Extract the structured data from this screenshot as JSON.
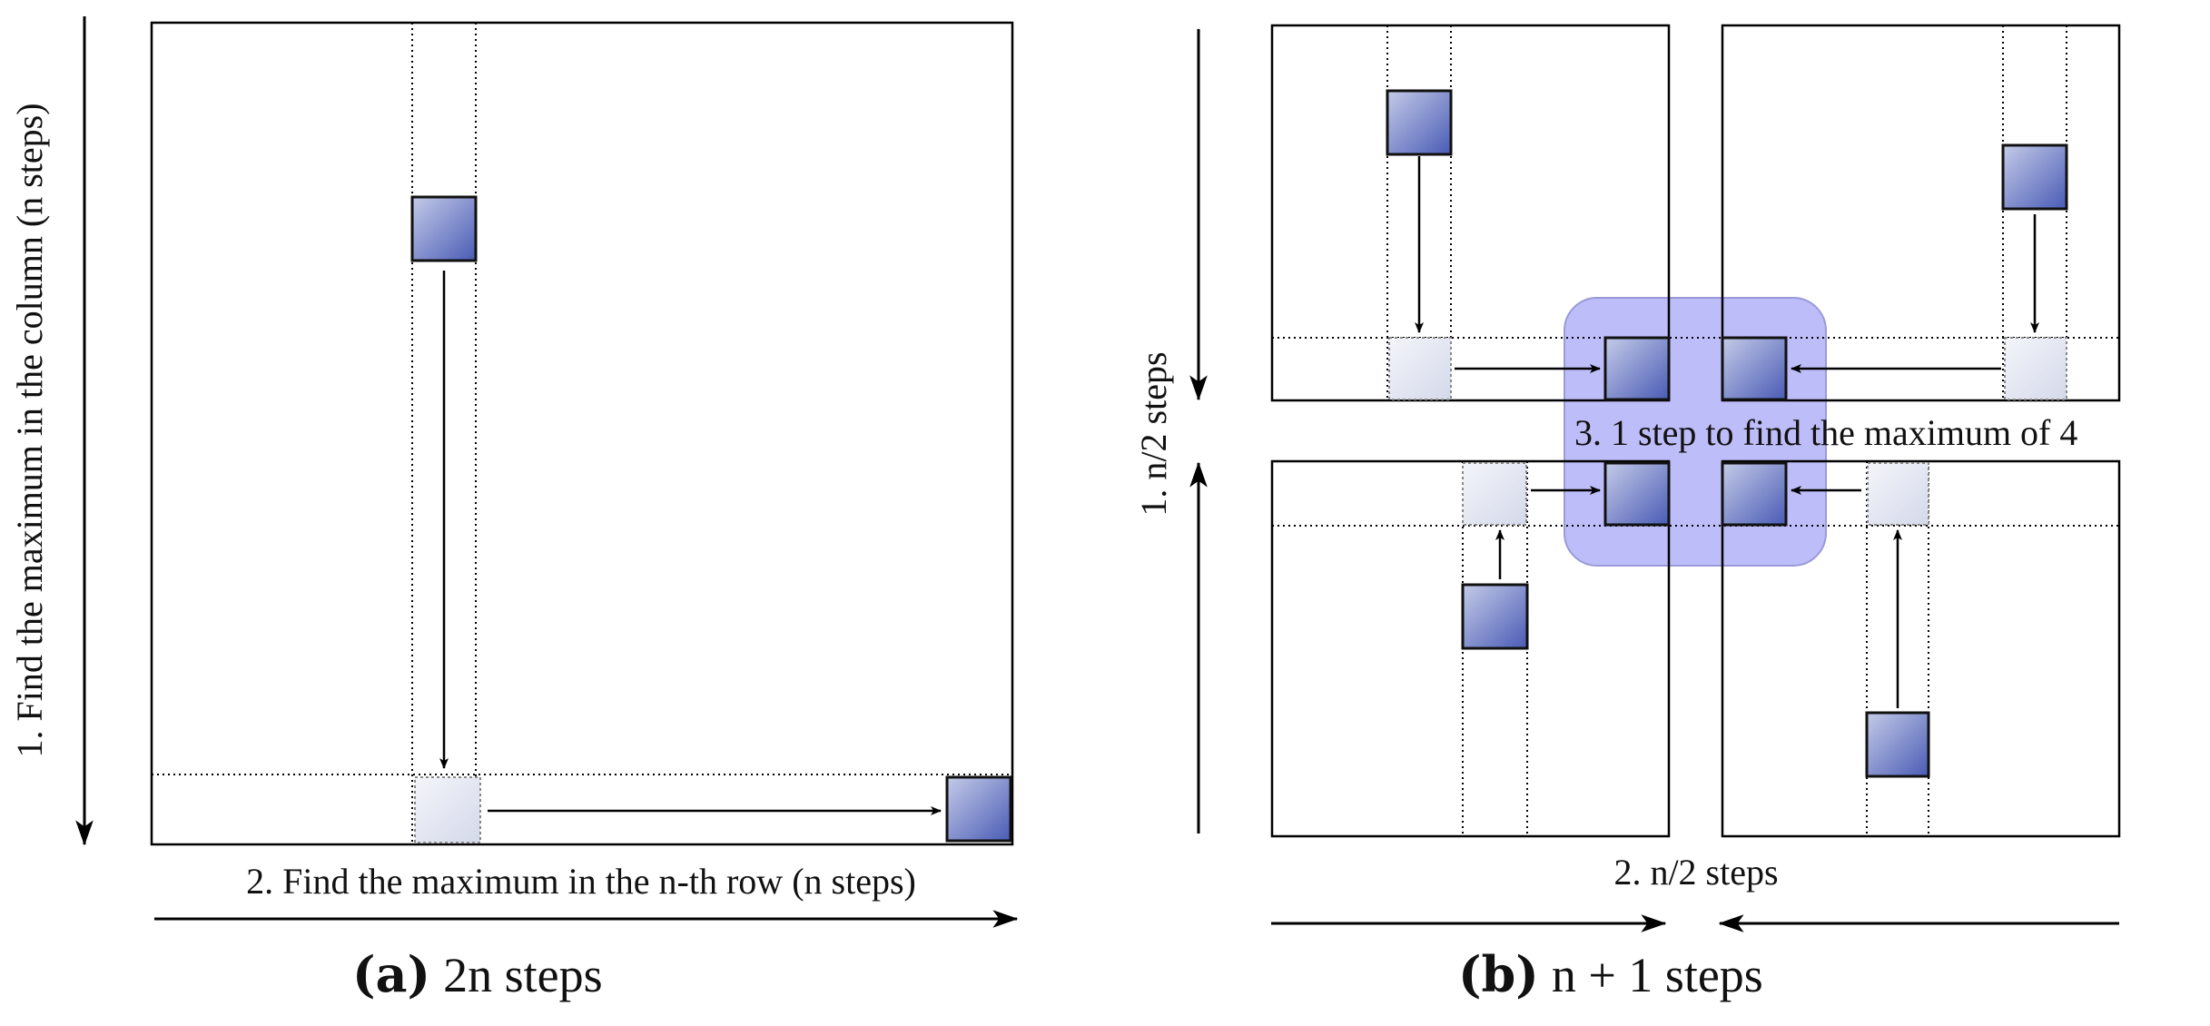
{
  "panel_a": {
    "vertical_label": "1. Find the maximum in the column (n steps)",
    "horizontal_label": "2. Find the maximum in the n-th row (n steps)",
    "caption_letter": "(a)",
    "caption_text": "2n steps"
  },
  "panel_b": {
    "vertical_label": "1. n/2 steps",
    "horizontal_label": "2. n/2 steps",
    "center_label": "3. 1 step to find the maximum of 4",
    "caption_letter": "(b)",
    "caption_text": "n + 1 steps"
  },
  "colors": {
    "cell_dark": "#5566bb",
    "cell_light": "#e6e9f4",
    "highlight": "#b8b8f8"
  }
}
